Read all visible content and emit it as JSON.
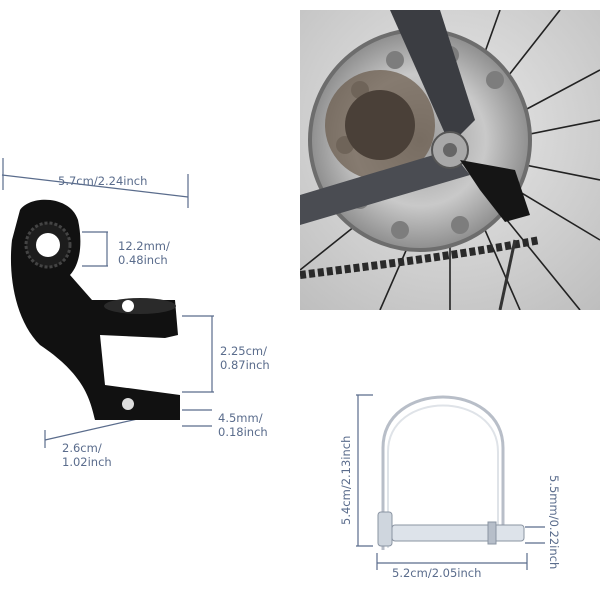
{
  "product_image": {
    "bracket_dimensions": {
      "width": "5.7cm/2.24inch",
      "hole_diameter_line1": "12.2mm/",
      "hole_diameter_line2": "0.48inch",
      "height_line1": "2.25cm/",
      "height_line2": "0.87inch",
      "thickness_line1": "4.5mm/",
      "thickness_line2": "0.18inch",
      "depth_line1": "2.6cm/",
      "depth_line2": "1.02inch"
    },
    "pin_dimensions": {
      "height": "5.4cm/2.13inch",
      "width": "5.2cm/2.05inch",
      "pin_diameter": "5.5mm/0.22inch"
    }
  }
}
